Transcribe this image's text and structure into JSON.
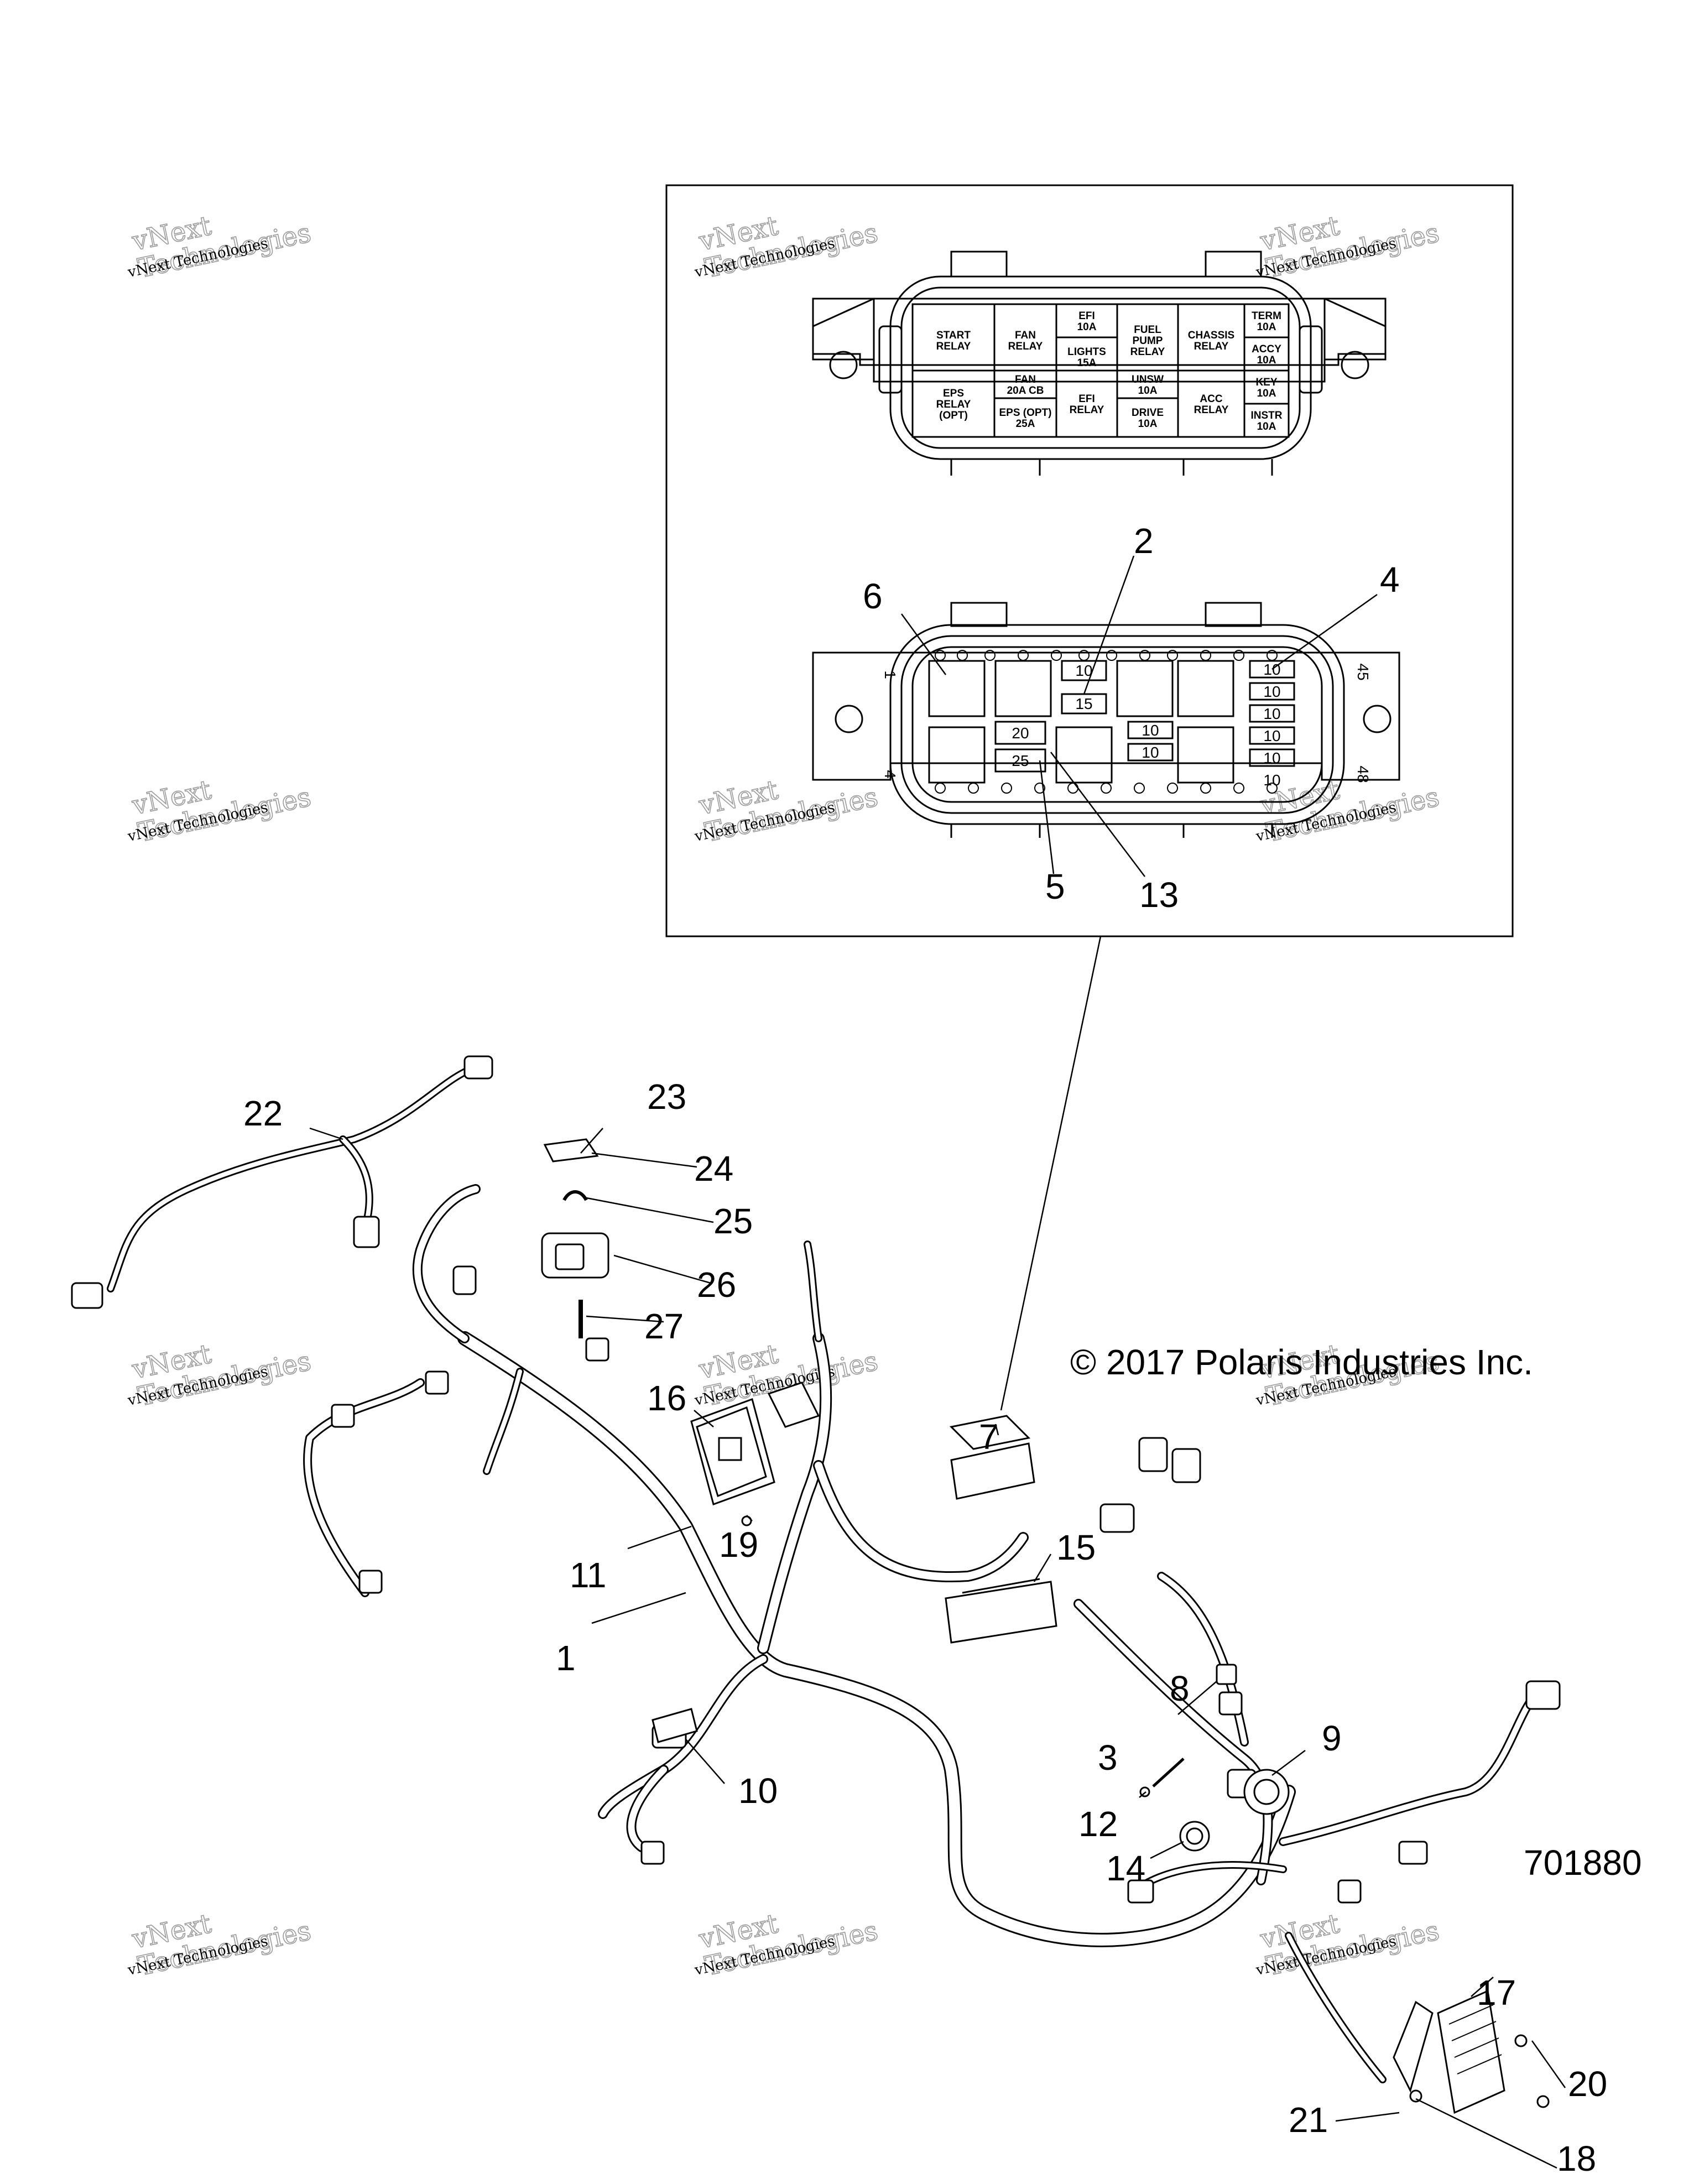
{
  "copyright": "© 2017 Polaris Industries Inc.",
  "part_number": "701880",
  "watermark": {
    "line1": "vNext Technologies",
    "line2": "vNext\nTechnologies"
  },
  "fuse_box_labels": [
    "START\nRELAY",
    "FAN\nRELAY",
    "EFI\n10A",
    "FUEL\nPUMP\nRELAY",
    "CHASSIS\nRELAY",
    "TERM\n10A",
    "LIGHTS\n15A",
    "ACCY\n10A",
    "EPS\nRELAY\n(OPT)",
    "FAN\n20A  CB",
    "EFI\nRELAY",
    "UNSW\n10A",
    "ACC\nRELAY",
    "KEY\n10A",
    "EPS  (OPT)\n25A",
    "DRIVE\n10A",
    "INSTR\n10A"
  ],
  "fuse_numbers": [
    "10",
    "15",
    "10",
    "10",
    "10",
    "10",
    "10",
    "10",
    "10",
    "10",
    "20",
    "25"
  ],
  "pin_marks": [
    "1",
    "45",
    "4",
    "48"
  ],
  "callouts": [
    "1",
    "2",
    "3",
    "4",
    "5",
    "6",
    "7",
    "8",
    "9",
    "10",
    "11",
    "12",
    "13",
    "14",
    "15",
    "16",
    "17",
    "18",
    "19",
    "20",
    "21",
    "22",
    "23",
    "24",
    "25",
    "26",
    "27"
  ]
}
